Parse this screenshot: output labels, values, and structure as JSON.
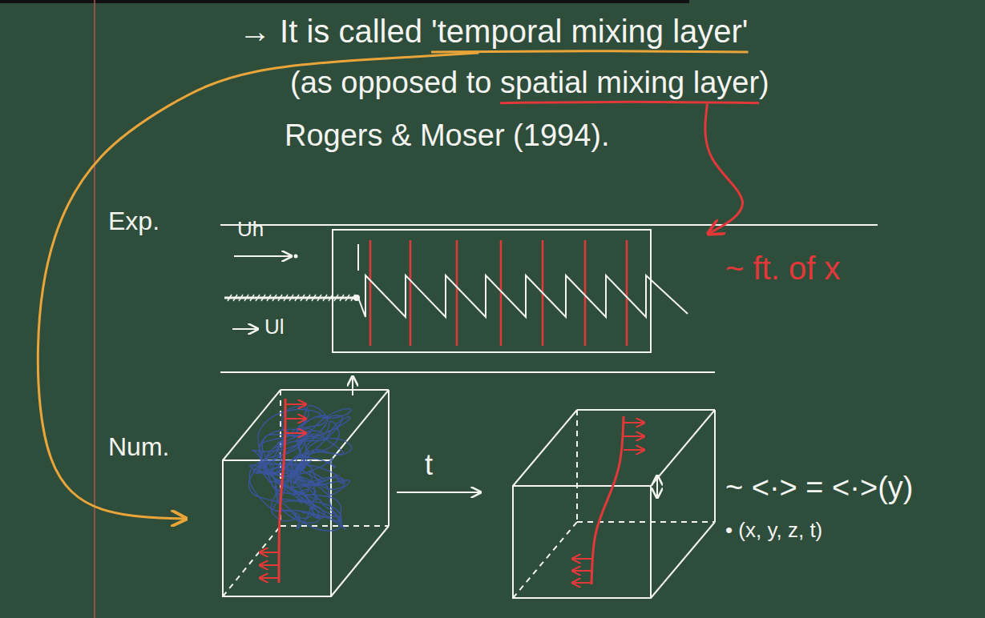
{
  "diagram": {
    "labels": [
      "→ It is called 'temporal mixing layer'",
      "(as opposed to spatial mixing layer)",
      "Rogers & Moser (1994).",
      "Exp.",
      "Uh",
      "Ul",
      "~ ft. of x",
      "Num.",
      "t",
      "~ <·> = <·>(y)",
      "• (x, y, z, t)"
    ]
  }
}
